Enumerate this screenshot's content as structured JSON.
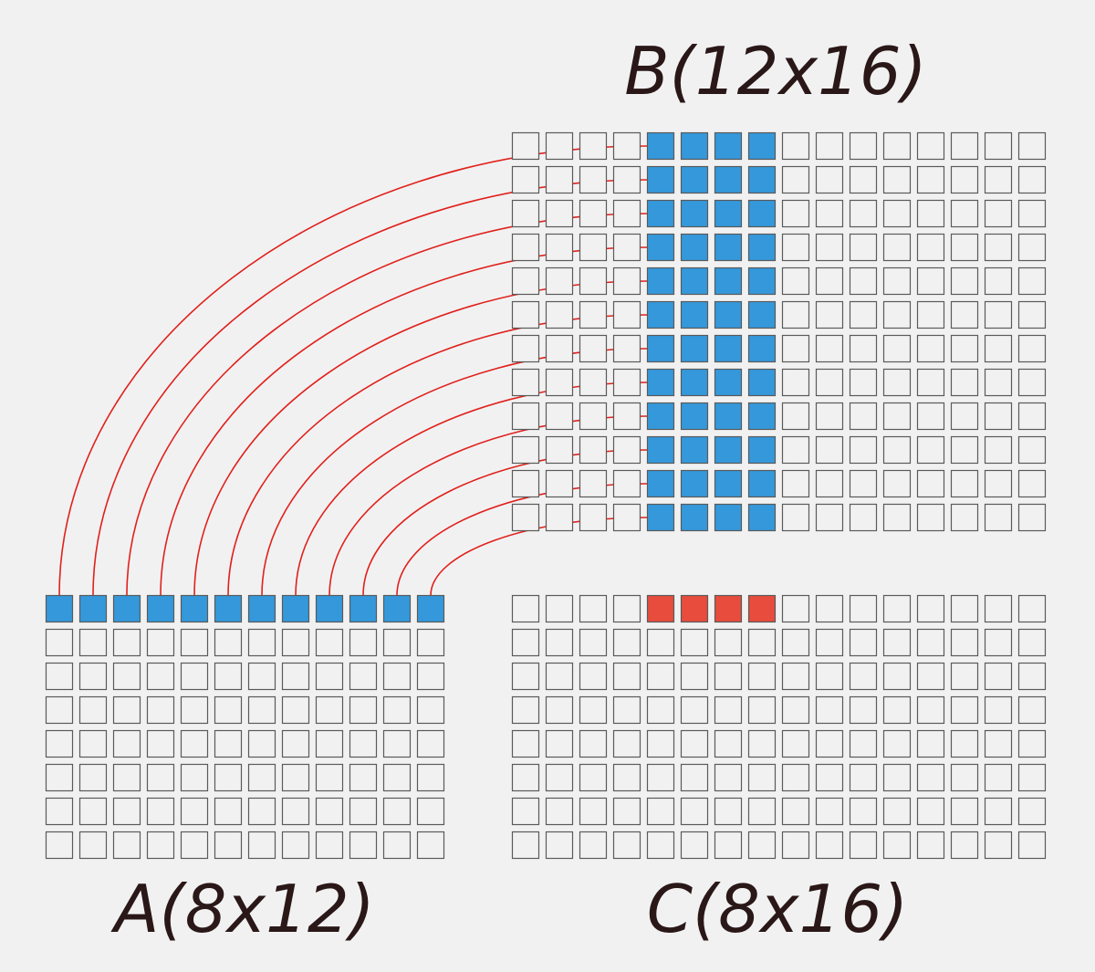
{
  "labels": {
    "matrix_a": "A(8x12)",
    "matrix_b": "B(12x16)",
    "matrix_c": "C(8x16)"
  },
  "matrices": {
    "A": {
      "rows": 8,
      "cols": 12,
      "highlight_rows": [
        0
      ],
      "highlight_cols": [
        0,
        1,
        2,
        3,
        4,
        5,
        6,
        7,
        8,
        9,
        10,
        11
      ],
      "highlight_color": "#3498db"
    },
    "B": {
      "rows": 12,
      "cols": 16,
      "highlight_rows": [
        0,
        1,
        2,
        3,
        4,
        5,
        6,
        7,
        8,
        9,
        10,
        11
      ],
      "highlight_cols": [
        4,
        5,
        6,
        7
      ],
      "highlight_color": "#3498db"
    },
    "C": {
      "rows": 8,
      "cols": 16,
      "highlight_rows": [
        0
      ],
      "highlight_cols": [
        4,
        5,
        6,
        7
      ],
      "highlight_color": "#e74c3c"
    }
  },
  "colors": {
    "background": "#f1f1f2",
    "cell_border": "#5a5a5a",
    "cell_fill": "#f1f1f2",
    "a_row_highlight": "#3498db",
    "b_col_highlight": "#3498db",
    "c_result_highlight": "#e74c3c",
    "connector": "#e0211b",
    "label_text": "#2a1717"
  }
}
